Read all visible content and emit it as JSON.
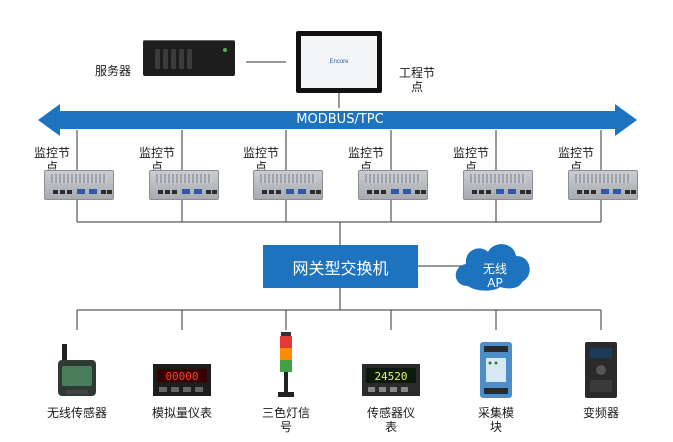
{
  "top": {
    "server_label": "服务器",
    "engineering_label_line1": "工程节",
    "engineering_label_line2": "点",
    "monitor_brand": "Encore"
  },
  "bus": {
    "label": "MODBUS/TPC",
    "color": "#1e73be"
  },
  "monitor_nodes": [
    {
      "line1": "监控节",
      "line2": "点"
    },
    {
      "line1": "监控节",
      "line2": "点"
    },
    {
      "line1": "监控节",
      "line2": "点"
    },
    {
      "line1": "监控节",
      "line2": "点"
    },
    {
      "line1": "监控节",
      "line2": "点"
    },
    {
      "line1": "监控节",
      "line2": "点"
    }
  ],
  "gateway": {
    "label": "网关型交换机",
    "color": "#1e73be"
  },
  "wireless_ap": {
    "line1": "无线",
    "line2": "AP"
  },
  "devices": [
    {
      "icon": "wireless-sensor-icon",
      "line1": "无线传感器",
      "line2": ""
    },
    {
      "icon": "analog-meter-icon",
      "line1": "模拟量仪表",
      "line2": ""
    },
    {
      "icon": "tower-light-icon",
      "line1": "三色灯信",
      "line2": "号"
    },
    {
      "icon": "sensor-meter-icon",
      "line1": "传感器仪",
      "line2": "表"
    },
    {
      "icon": "acquisition-module-icon",
      "line1": "采集模",
      "line2": "块"
    },
    {
      "icon": "inverter-icon",
      "line1": "变频器",
      "line2": ""
    }
  ],
  "meter_readouts": {
    "analog_meter": "00000",
    "sensor_meter": "24520"
  }
}
